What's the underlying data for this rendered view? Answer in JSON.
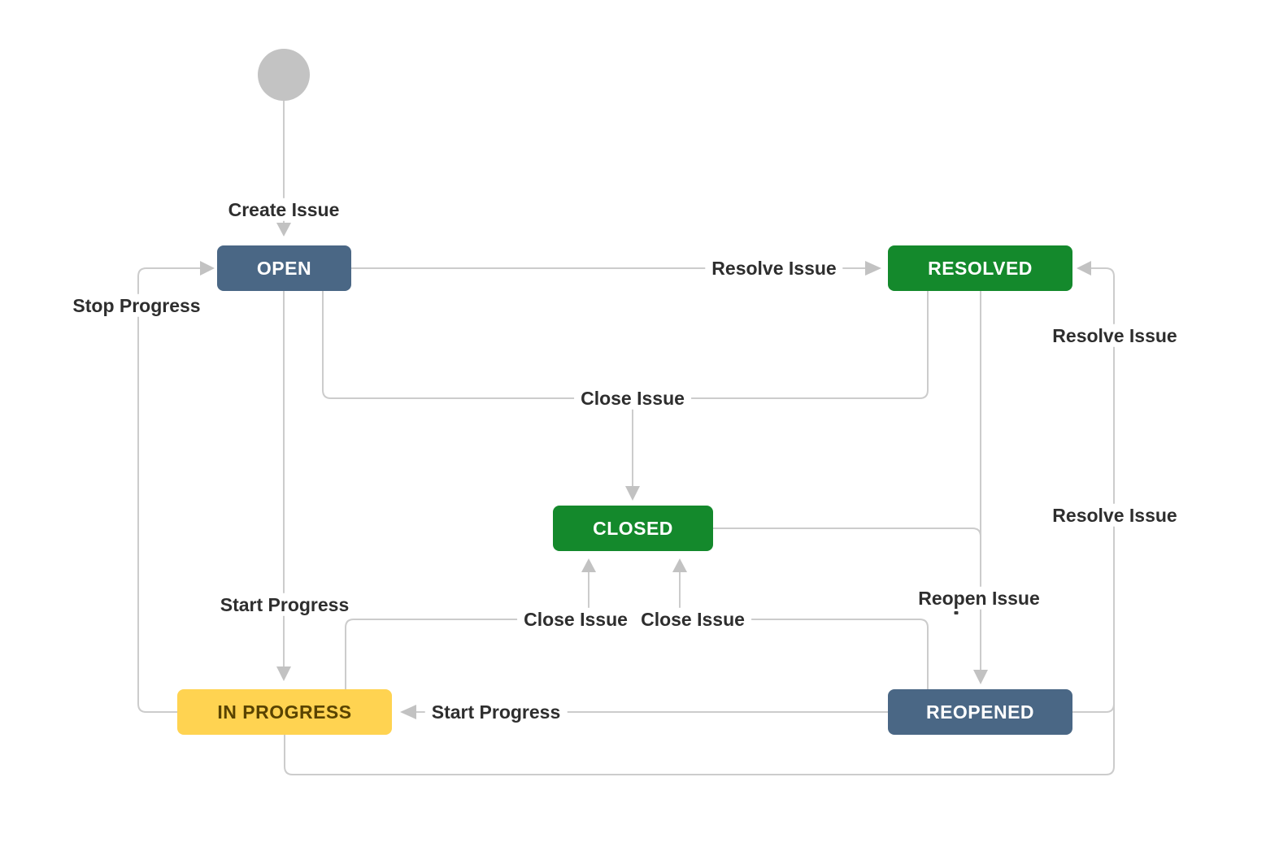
{
  "diagram": {
    "kind": "issue-workflow-state-diagram",
    "line_color": "#CCCCCC",
    "arrow_color": "#C2C2C2",
    "label_text_color": "#2E2E2E",
    "start_node_color": "#C3C3C3",
    "nodes": {
      "open": {
        "label": "OPEN",
        "fill": "#4A6785",
        "text_color": "#FFFFFF"
      },
      "resolved": {
        "label": "RESOLVED",
        "fill": "#14892C",
        "text_color": "#FFFFFF"
      },
      "closed": {
        "label": "CLOSED",
        "fill": "#14892C",
        "text_color": "#FFFFFF"
      },
      "in_progress": {
        "label": "IN PROGRESS",
        "fill": "#FFD351",
        "text_color": "#594300"
      },
      "reopened": {
        "label": "REOPENED",
        "fill": "#4A6785",
        "text_color": "#FFFFFF"
      }
    },
    "labels": {
      "create_issue": "Create Issue",
      "resolve_issue_open": "Resolve Issue",
      "stop_progress": "Stop Progress",
      "close_issue_shared": "Close Issue",
      "start_progress_open": "Start Progress",
      "close_issue_in_progress": "Close Issue",
      "close_issue_reopened": "Close Issue",
      "reopen_issue": "Reopen Issue",
      "resolve_issue_reopened": "Resolve Issue",
      "resolve_issue_in_progress": "Resolve Issue",
      "start_progress_reopened": "Start Progress"
    },
    "transitions": [
      {
        "from": "start",
        "to": "open",
        "label": "Create Issue"
      },
      {
        "from": "open",
        "to": "resolved",
        "label": "Resolve Issue"
      },
      {
        "from": "open",
        "to": "closed",
        "label": "Close Issue"
      },
      {
        "from": "resolved",
        "to": "closed",
        "label": "Close Issue"
      },
      {
        "from": "open",
        "to": "in_progress",
        "label": "Start Progress"
      },
      {
        "from": "in_progress",
        "to": "open",
        "label": "Stop Progress"
      },
      {
        "from": "in_progress",
        "to": "closed",
        "label": "Close Issue"
      },
      {
        "from": "reopened",
        "to": "closed",
        "label": "Close Issue"
      },
      {
        "from": "resolved",
        "to": "reopened",
        "label": "Reopen Issue"
      },
      {
        "from": "closed",
        "to": "reopened",
        "label": "Reopen Issue"
      },
      {
        "from": "reopened",
        "to": "in_progress",
        "label": "Start Progress"
      },
      {
        "from": "in_progress",
        "to": "resolved",
        "label": "Resolve Issue"
      },
      {
        "from": "reopened",
        "to": "resolved",
        "label": "Resolve Issue"
      }
    ]
  }
}
